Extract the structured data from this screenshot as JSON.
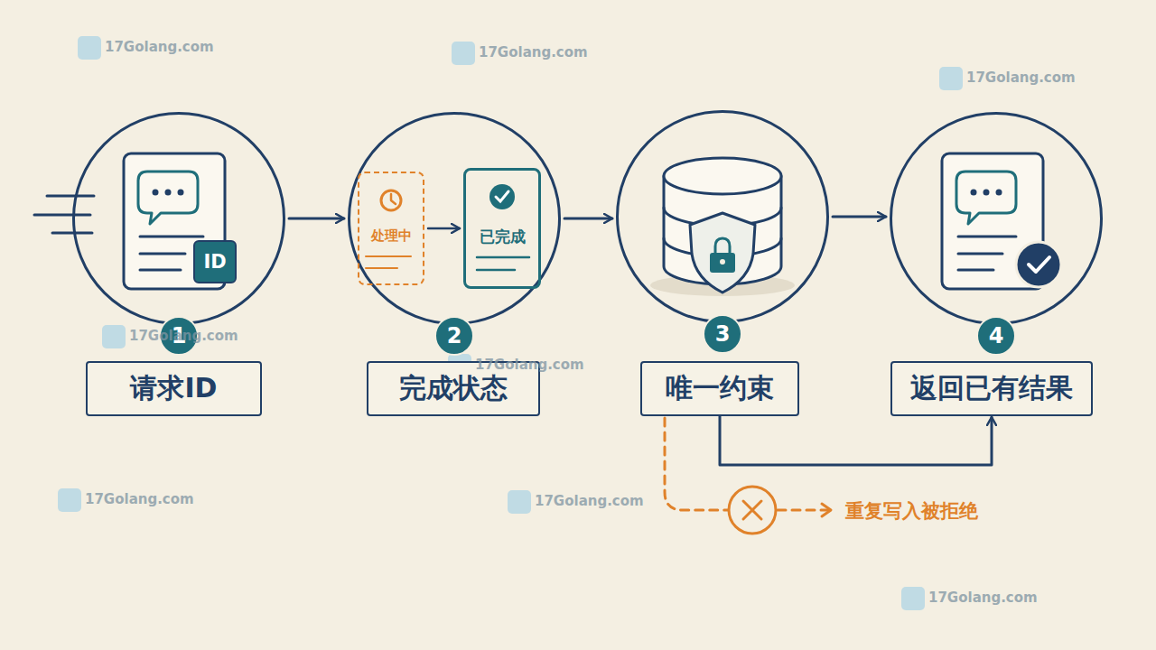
{
  "diagram": {
    "nodes": [
      {
        "text": [
          "1"
        ]
      },
      {
        "text": [
          "ID"
        ],
        "in": 0
      },
      {
        "text": [
          "请求ID"
        ]
      },
      {
        "text": [
          "2"
        ]
      },
      {
        "text": [
          "处理中"
        ],
        "in": 3
      },
      {
        "text": [
          "已完成"
        ],
        "in": 3
      },
      {
        "text": [
          "完成状态"
        ]
      },
      {
        "text": [
          "3"
        ]
      },
      {
        "text": [
          "唯一约束"
        ]
      },
      {
        "text": [
          "4"
        ]
      },
      {
        "text": [
          "返回已有结果"
        ]
      }
    ],
    "edges": [
      {
        "from": 0,
        "to": 3,
        "arrow": "to"
      },
      {
        "from": 4,
        "to": 5,
        "arrow": "to"
      },
      {
        "from": 3,
        "to": 7,
        "arrow": "to"
      },
      {
        "from": 7,
        "to": 9,
        "arrow": "to"
      },
      {
        "from": 8,
        "to": 10,
        "arrow": "to"
      }
    ],
    "labels": [
      "重复写入被拒绝",
      "17Golang.com",
      "17Golang.com",
      "17Golang.com",
      "17Golang.com",
      "17Golang.com",
      "17Golang.com",
      "17Golang.com",
      "17Golang.com"
    ]
  }
}
